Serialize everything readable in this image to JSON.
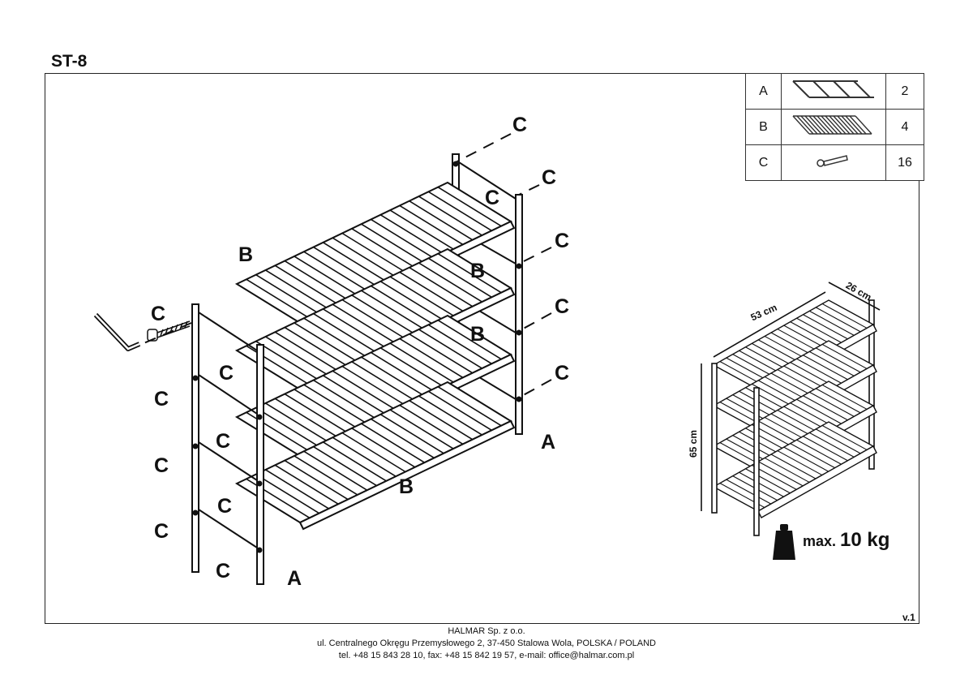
{
  "title": "ST-8",
  "parts_table": [
    {
      "letter": "A",
      "icon": "side-frame-icon",
      "qty": "2"
    },
    {
      "letter": "B",
      "icon": "slatted-shelf-icon",
      "qty": "4"
    },
    {
      "letter": "C",
      "icon": "screw-icon",
      "qty": "16"
    }
  ],
  "labels": {
    "A": "A",
    "B": "B",
    "C": "C"
  },
  "dimensions": {
    "width": "53 cm",
    "depth": "26 cm",
    "height": "65 cm"
  },
  "max_load": {
    "prefix": "max.",
    "value": "10 kg"
  },
  "version": "v.1",
  "footer": {
    "company": "HALMAR Sp. z o.o.",
    "address": "ul. Centralnego Okręgu Przemysłowego 2, 37-450 Stalowa Wola, POLSKA / POLAND",
    "contact": "tel. +48 15 843 28 10, fax: +48 15 842 19 57, e-mail: office@halmar.com.pl"
  }
}
